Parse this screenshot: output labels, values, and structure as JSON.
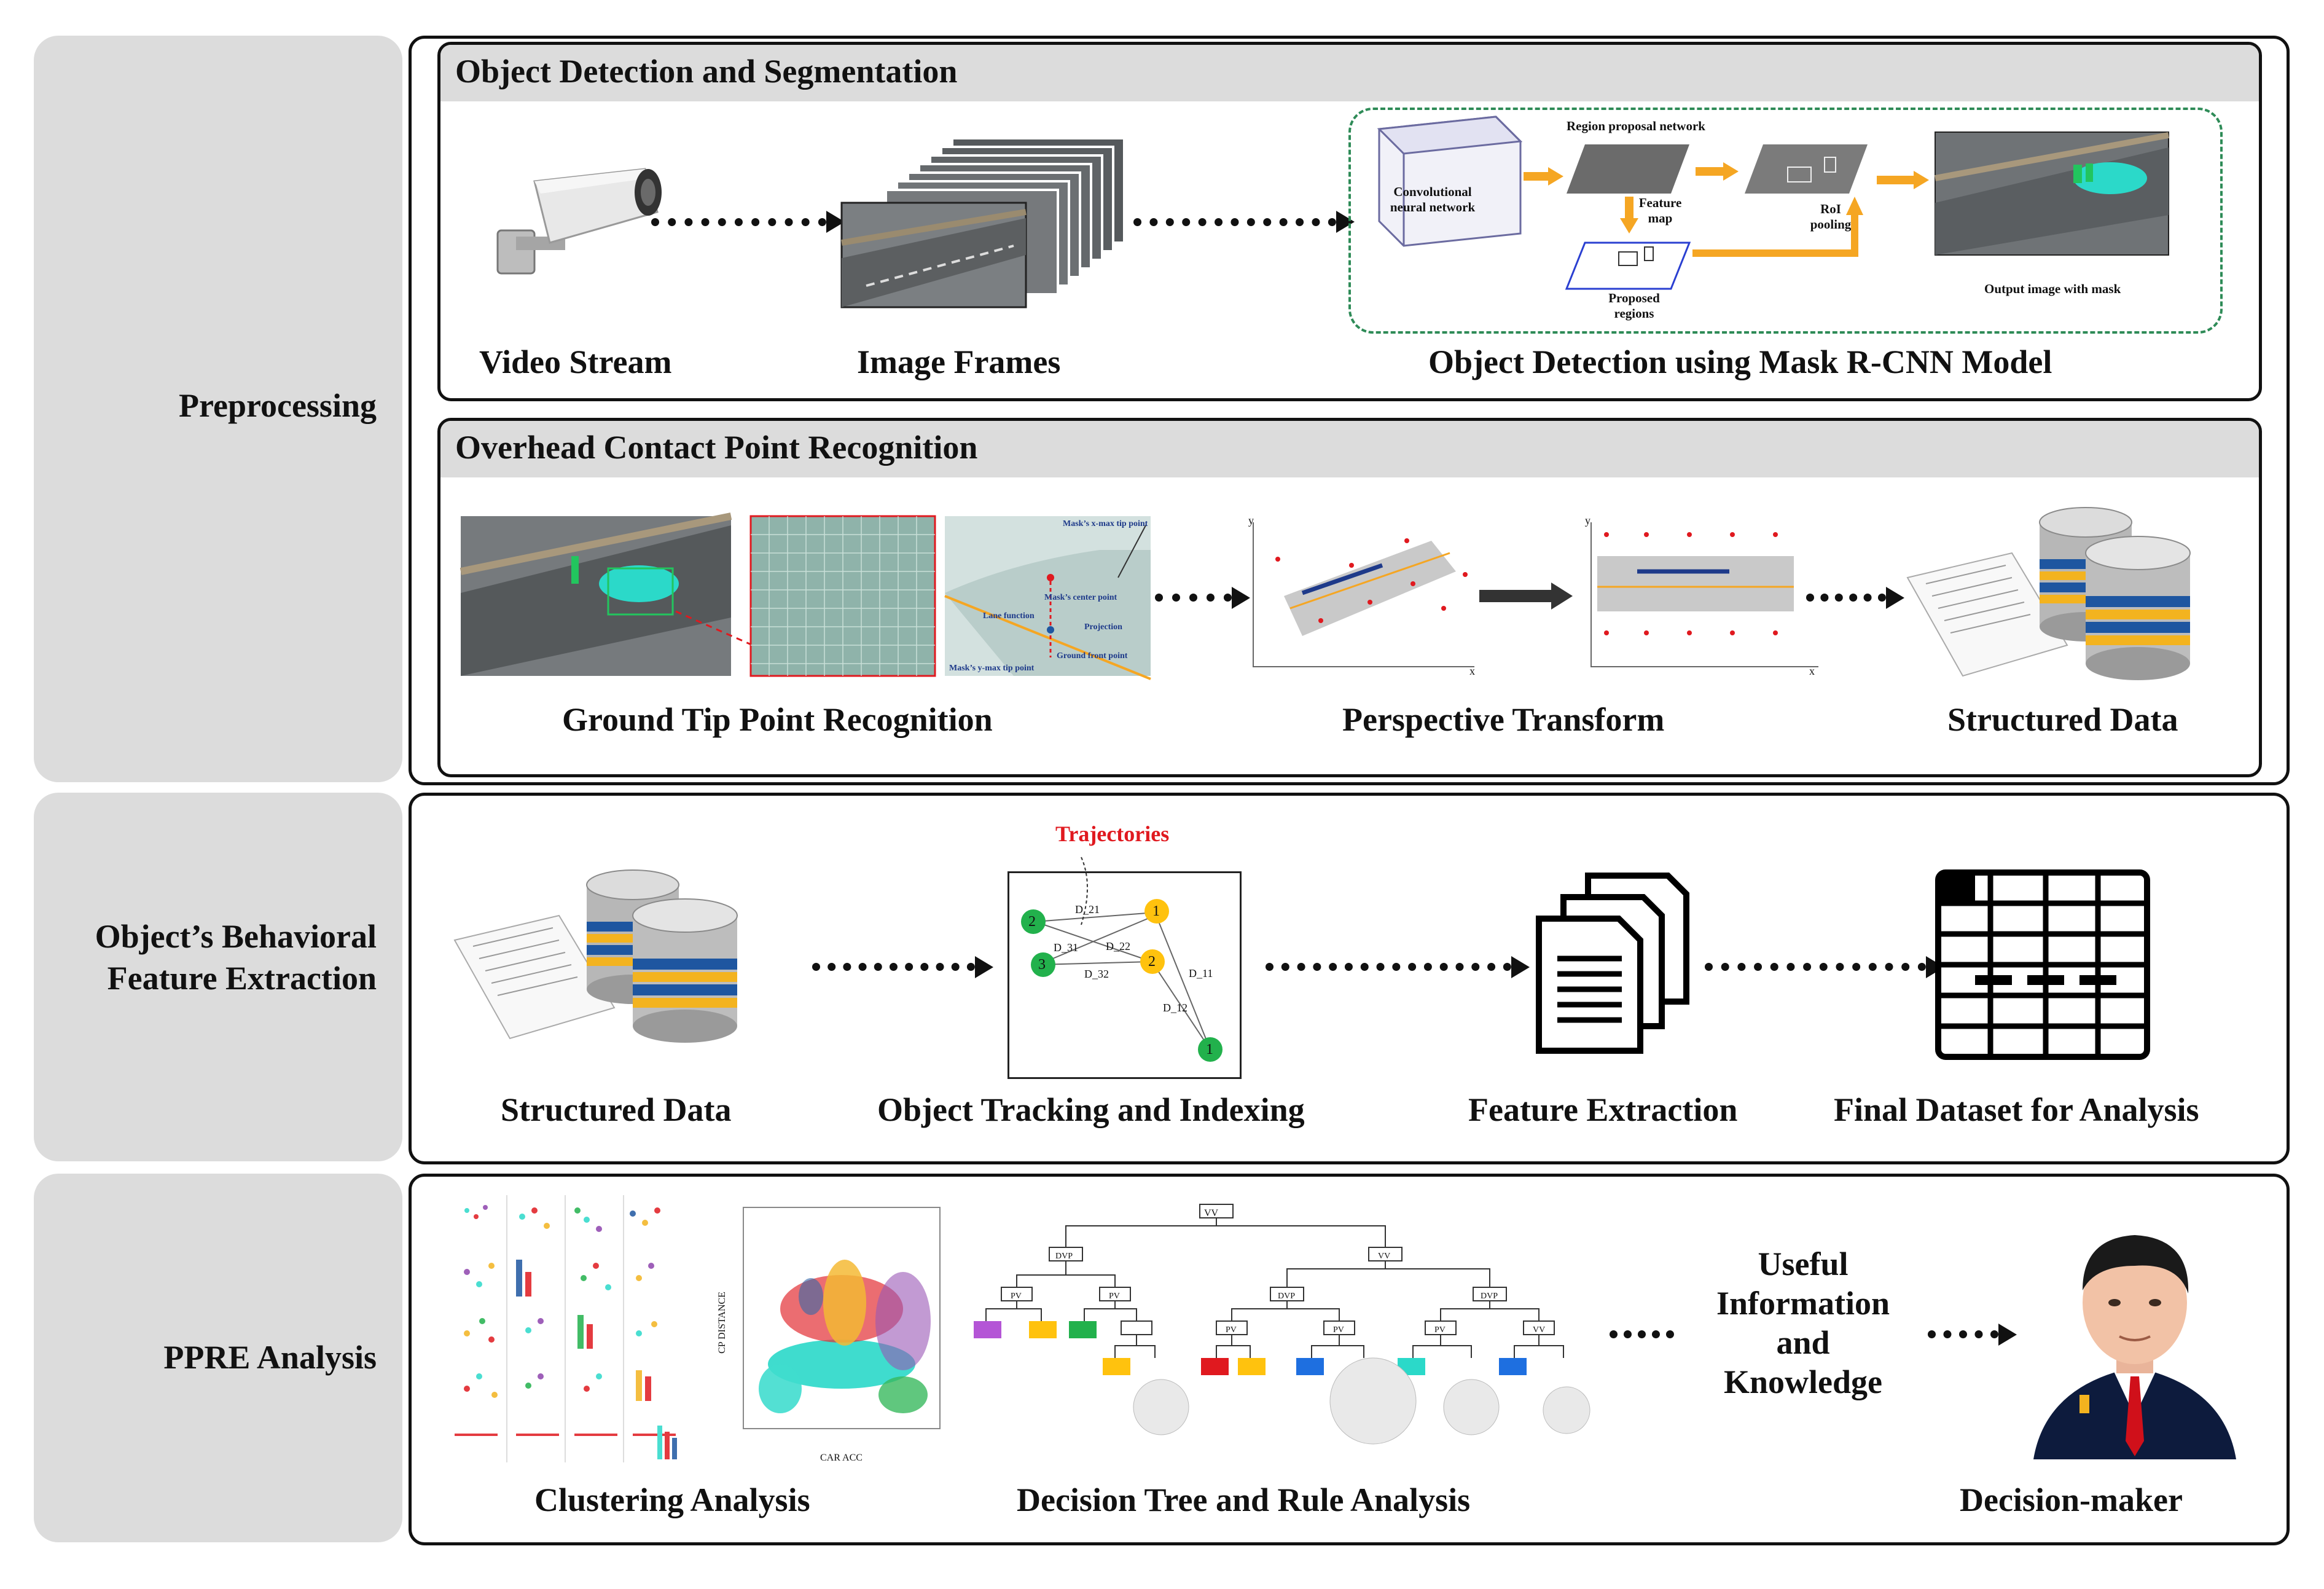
{
  "stages": {
    "preprocessing": "Preprocessing",
    "feature_extraction": "Object’s Behavioral Feature Extraction",
    "ppre": "PPRE Analysis"
  },
  "detection": {
    "title": "Object Detection and Segmentation",
    "video_stream": "Video Stream",
    "image_frames": "Image Frames",
    "mask_rcnn": "Object Detection using Mask R-CNN Model",
    "cnn_label": "Convolutional neural network",
    "rpn_label": "Region proposal network",
    "feature_map": "Feature map",
    "roi_pooling": "RoI pooling",
    "proposed_regions": "Proposed regions",
    "output_image": "Output image with mask"
  },
  "contact": {
    "title": "Overhead Contact Point Recognition",
    "ground_tip": "Ground Tip Point Recognition",
    "perspective": "Perspective Transform",
    "structured": "Structured Data",
    "zoom_labels": {
      "xmax": "Mask’s x-max tip point",
      "center": "Mask’s center point",
      "lane": "Lane function",
      "projection": "Projection",
      "ground_front": "Ground front point",
      "ymax": "Mask’s y-max tip point"
    },
    "axis_x": "x",
    "axis_y": "y"
  },
  "behavior": {
    "structured": "Structured Data",
    "tracking": "Object Tracking and Indexing",
    "trajectories": "Trajectories",
    "feature": "Feature Extraction",
    "final": "Final Dataset for Analysis",
    "nodes": [
      "2",
      "1",
      "3",
      "2",
      "1"
    ],
    "edges": [
      "D_21",
      "D_31",
      "D_22",
      "D_32",
      "D_11",
      "D_12"
    ]
  },
  "ppre": {
    "clustering": "Clustering Analysis",
    "decision_tree": "Decision Tree and Rule Analysis",
    "useful": [
      "Useful",
      "Information",
      "and",
      "Knowledge"
    ],
    "decision_maker": "Decision-maker",
    "scatter_xlabel": "CAR ACC",
    "scatter_ylabel": "CP DISTANCE",
    "tree_root": "VV",
    "tree_nodes": [
      "DVP",
      "VV",
      "PV",
      "PV",
      "DVP",
      "DVP",
      "PV",
      "PV",
      "PV",
      "VV"
    ]
  },
  "colors": {
    "panel_gray": "#dcdcdc",
    "orange_arrow": "#f5a623",
    "trajectory_red": "#e0191f",
    "node_green": "#22b14c",
    "node_yellow": "#ffc20e",
    "mask_cyan": "#2bd9c9",
    "db_blue": "#1e56a0",
    "db_gold": "#f3b31f"
  }
}
